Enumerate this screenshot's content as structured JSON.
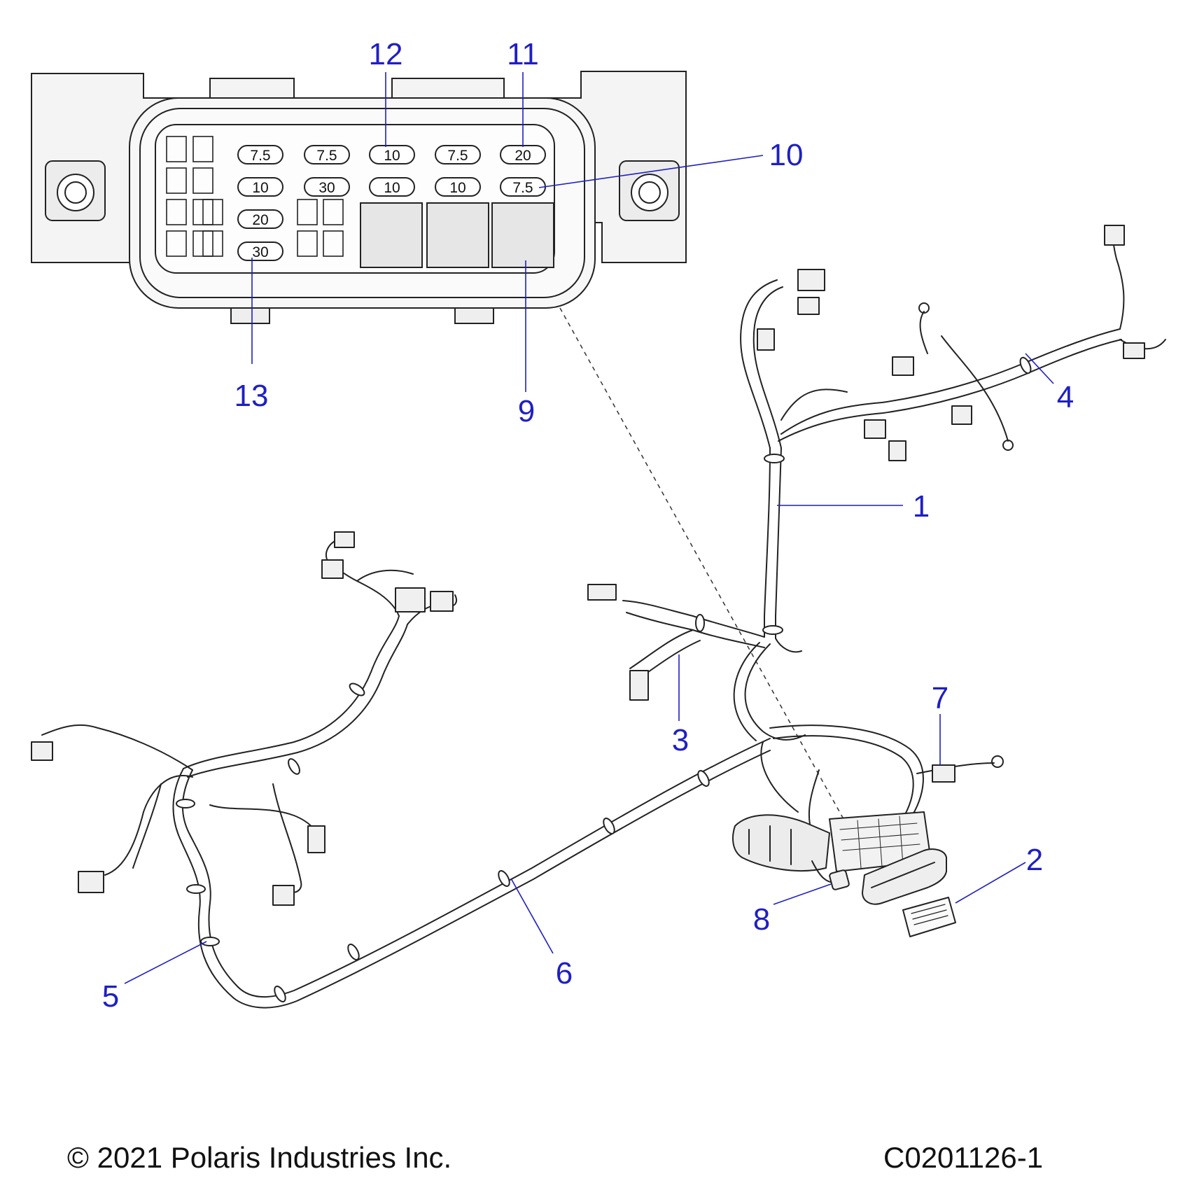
{
  "callouts": [
    {
      "id": "callout-1",
      "label": "1"
    },
    {
      "id": "callout-2",
      "label": "2"
    },
    {
      "id": "callout-3",
      "label": "3"
    },
    {
      "id": "callout-4",
      "label": "4"
    },
    {
      "id": "callout-5",
      "label": "5"
    },
    {
      "id": "callout-6",
      "label": "6"
    },
    {
      "id": "callout-7",
      "label": "7"
    },
    {
      "id": "callout-8",
      "label": "8"
    },
    {
      "id": "callout-9",
      "label": "9"
    },
    {
      "id": "callout-10",
      "label": "10"
    },
    {
      "id": "callout-11",
      "label": "11"
    },
    {
      "id": "callout-12",
      "label": "12"
    },
    {
      "id": "callout-13",
      "label": "13"
    }
  ],
  "fuse_ratings": {
    "row1": [
      "7.5",
      "7.5",
      "10",
      "7.5",
      "20"
    ],
    "row2": [
      "10",
      "30",
      "10",
      "10",
      "7.5"
    ],
    "row3": [
      "20"
    ],
    "row4": [
      "30"
    ]
  },
  "footer": {
    "copyright": "© 2021 Polaris Industries Inc.",
    "drawing_id": "C0201126-1"
  },
  "colors": {
    "callout": "#1f1fc4",
    "line_art": "#222222",
    "housing_fill": "#f4f4f4",
    "relay_fill": "#e6e6e6"
  }
}
